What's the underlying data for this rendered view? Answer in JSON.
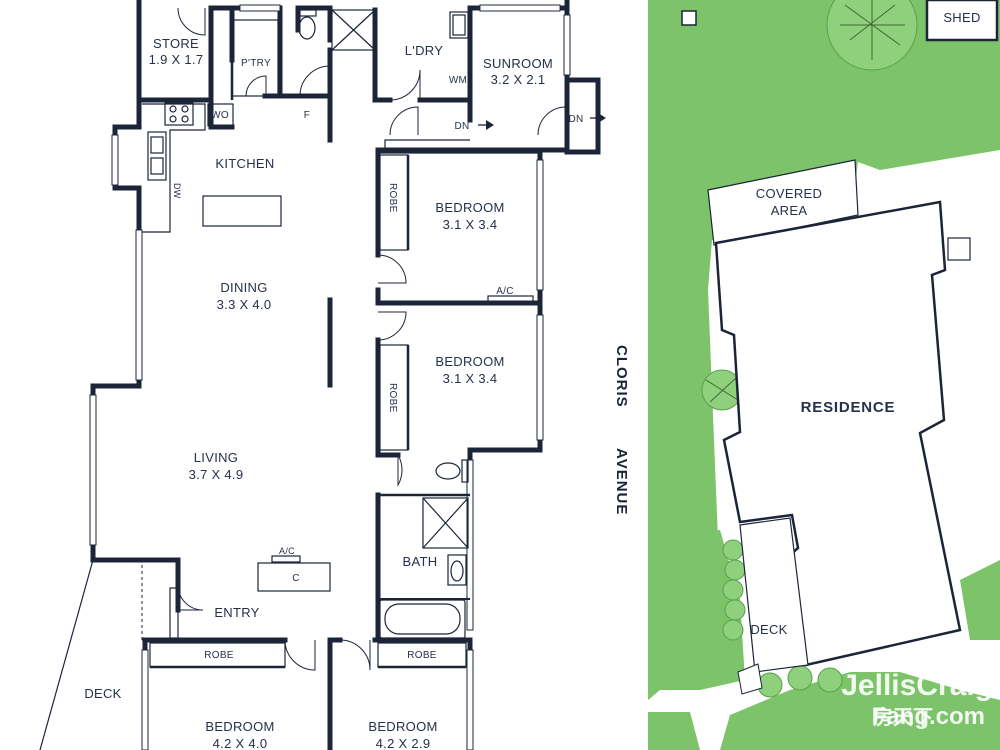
{
  "rooms": {
    "store": {
      "name": "STORE",
      "dims": "1.9 X 1.7"
    },
    "pantry": {
      "name": "P'TRY"
    },
    "laundry": {
      "name": "L'DRY",
      "wm": "WM"
    },
    "sunroom": {
      "name": "SUNROOM",
      "dims": "3.2 X 2.1"
    },
    "kitchen": {
      "name": "KITCHEN"
    },
    "wo": {
      "name": "WO"
    },
    "f": {
      "name": "F"
    },
    "dw": {
      "name": "DW"
    },
    "dining": {
      "name": "DINING",
      "dims": "3.3 X 4.0"
    },
    "living": {
      "name": "LIVING",
      "dims": "3.7 X 4.9"
    },
    "bedroom1": {
      "name": "BEDROOM",
      "dims": "3.1 X 3.4",
      "robe": "ROBE",
      "ac": "A/C"
    },
    "bedroom2": {
      "name": "BEDROOM",
      "dims": "3.1 X 3.4",
      "robe": "ROBE"
    },
    "bath": {
      "name": "BATH"
    },
    "entry": {
      "name": "ENTRY"
    },
    "living_ac": {
      "ac": "A/C",
      "c": "C"
    },
    "bedroom3": {
      "name": "BEDROOM",
      "dims": "4.2 X 4.0",
      "robe": "ROBE"
    },
    "bedroom4": {
      "name": "BEDROOM",
      "dims": "4.2 X 2.9",
      "robe": "ROBE"
    },
    "deck_left": {
      "name": "DECK"
    }
  },
  "stairs": {
    "dn1": "DN",
    "dn2": "DN"
  },
  "street": {
    "word1": "CLORIS",
    "word2": "AVENUE"
  },
  "site": {
    "shed": "SHED",
    "covered_area": {
      "line1": "COVERED",
      "line2": "AREA"
    },
    "residence": "RESIDENCE",
    "deck": "DECK"
  },
  "watermark": {
    "line1": "JellisCraig",
    "line2": "Fang.com",
    "chinese": "房天下"
  },
  "colors": {
    "wall": "#1c2438",
    "lawn": "#7cc36a",
    "text": "#26304a"
  }
}
